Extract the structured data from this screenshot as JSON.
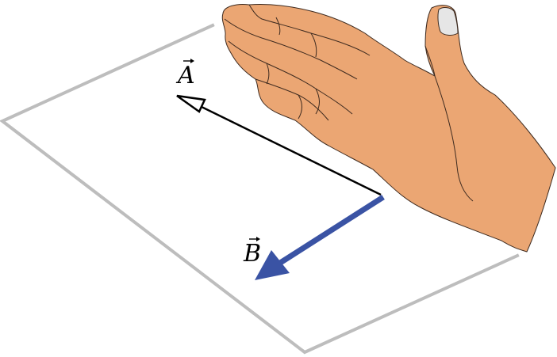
{
  "labels": {
    "vector_a": "A",
    "vector_b": "B"
  },
  "colors": {
    "plane_edge": "#bdbdbd",
    "vector_a": "#000000",
    "vector_b": "#3a53a4",
    "skin": "#eba673",
    "skin_outline": "#3d2a1f",
    "nail": "#e6e6e6"
  },
  "icons": {
    "hand": "right-hand-illustration"
  }
}
